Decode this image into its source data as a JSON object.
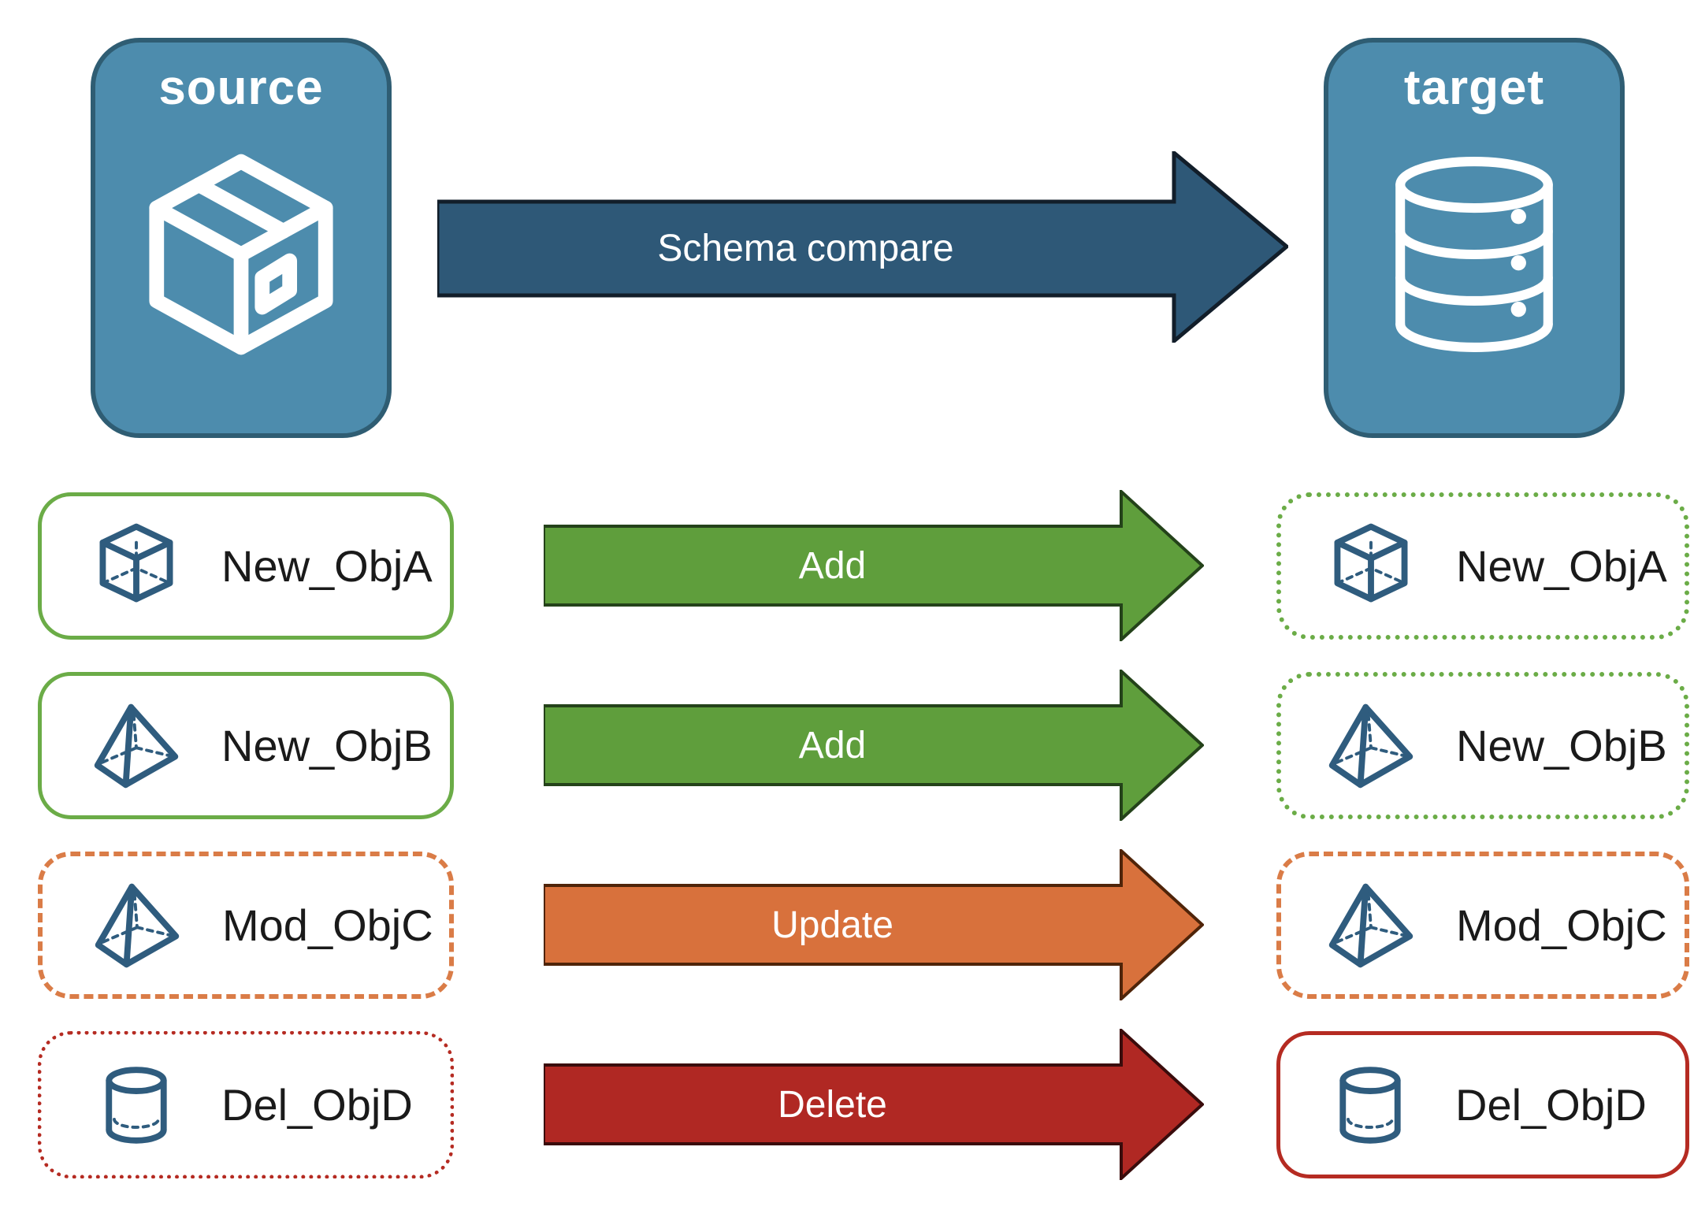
{
  "nodes": {
    "source": {
      "label": "source",
      "icon": "package-box-icon",
      "fill": "#4D8CAD",
      "border": "#2F5D73"
    },
    "target": {
      "label": "target",
      "icon": "database-icon",
      "fill": "#4D8CAD",
      "border": "#2F5D73"
    }
  },
  "main_arrow": {
    "label": "Schema compare",
    "fill": "#2E5877",
    "outline": "#121E2A"
  },
  "rows": [
    {
      "object": "New_ObjA",
      "action": "Add",
      "icon": "cube-icon",
      "source_border": "solid-green",
      "target_border": "dotted-green",
      "arrow_fill": "#5F9E3C"
    },
    {
      "object": "New_ObjB",
      "action": "Add",
      "icon": "pyramid-icon",
      "source_border": "solid-green",
      "target_border": "dotted-green",
      "arrow_fill": "#5F9E3C"
    },
    {
      "object": "Mod_ObjC",
      "action": "Update",
      "icon": "pyramid-icon",
      "source_border": "dashed-orange",
      "target_border": "dashed-orange",
      "arrow_fill": "#D8713C"
    },
    {
      "object": "Del_ObjD",
      "action": "Delete",
      "icon": "cylinder-icon",
      "source_border": "dotted-red",
      "target_border": "solid-red",
      "arrow_fill": "#B02823"
    }
  ],
  "colors": {
    "green": "#6BAC47",
    "orange": "#DA7C47",
    "red": "#B52B22",
    "object_icon_blue": "#2F5C7E",
    "label_text": "#1A1A1A",
    "arrow_text": "#FFFFFF"
  }
}
